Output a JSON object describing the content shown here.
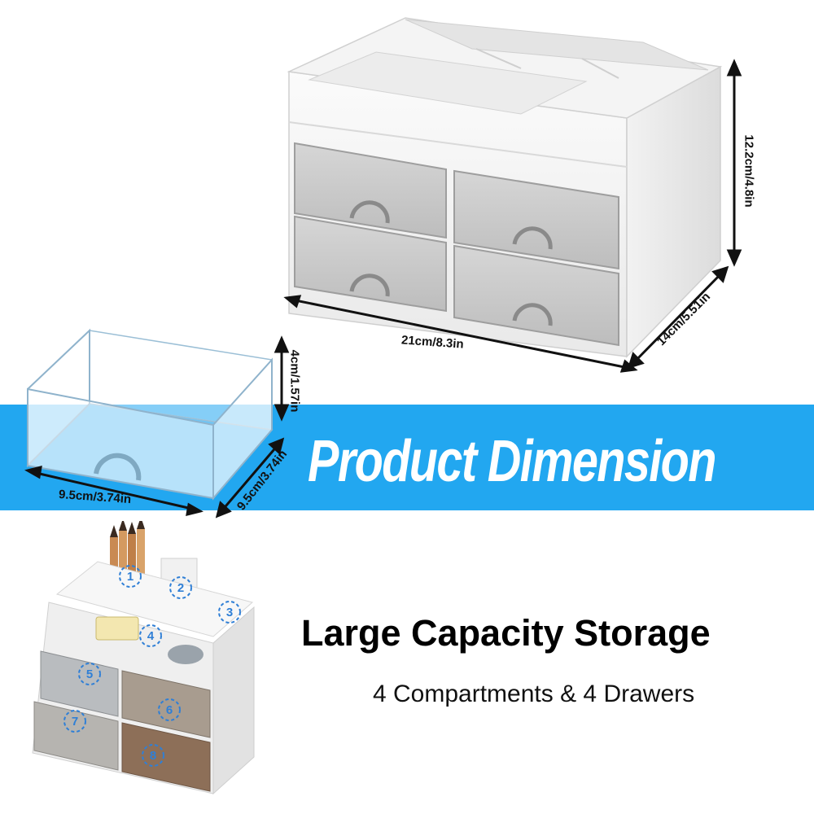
{
  "banner": {
    "title": "Product Dimension",
    "color": "#22A7F0"
  },
  "organizer": {
    "width_label": "21cm/8.3in",
    "height_label": "12.2cm/4.8in",
    "depth_label": "14cm/5.51in"
  },
  "drawer": {
    "width_label": "9.5cm/3.74in",
    "depth_label": "9.5cm/3.74in",
    "height_label": "4cm/1.57in"
  },
  "features": {
    "headline": "Large Capacity Storage",
    "subline": "4 Compartments & 4 Drawers"
  },
  "compartment_numbers": [
    "1",
    "2",
    "3",
    "4",
    "5",
    "6",
    "7",
    "8"
  ],
  "colors": {
    "arrow": "#111111",
    "badge": "#2f7fd6"
  }
}
